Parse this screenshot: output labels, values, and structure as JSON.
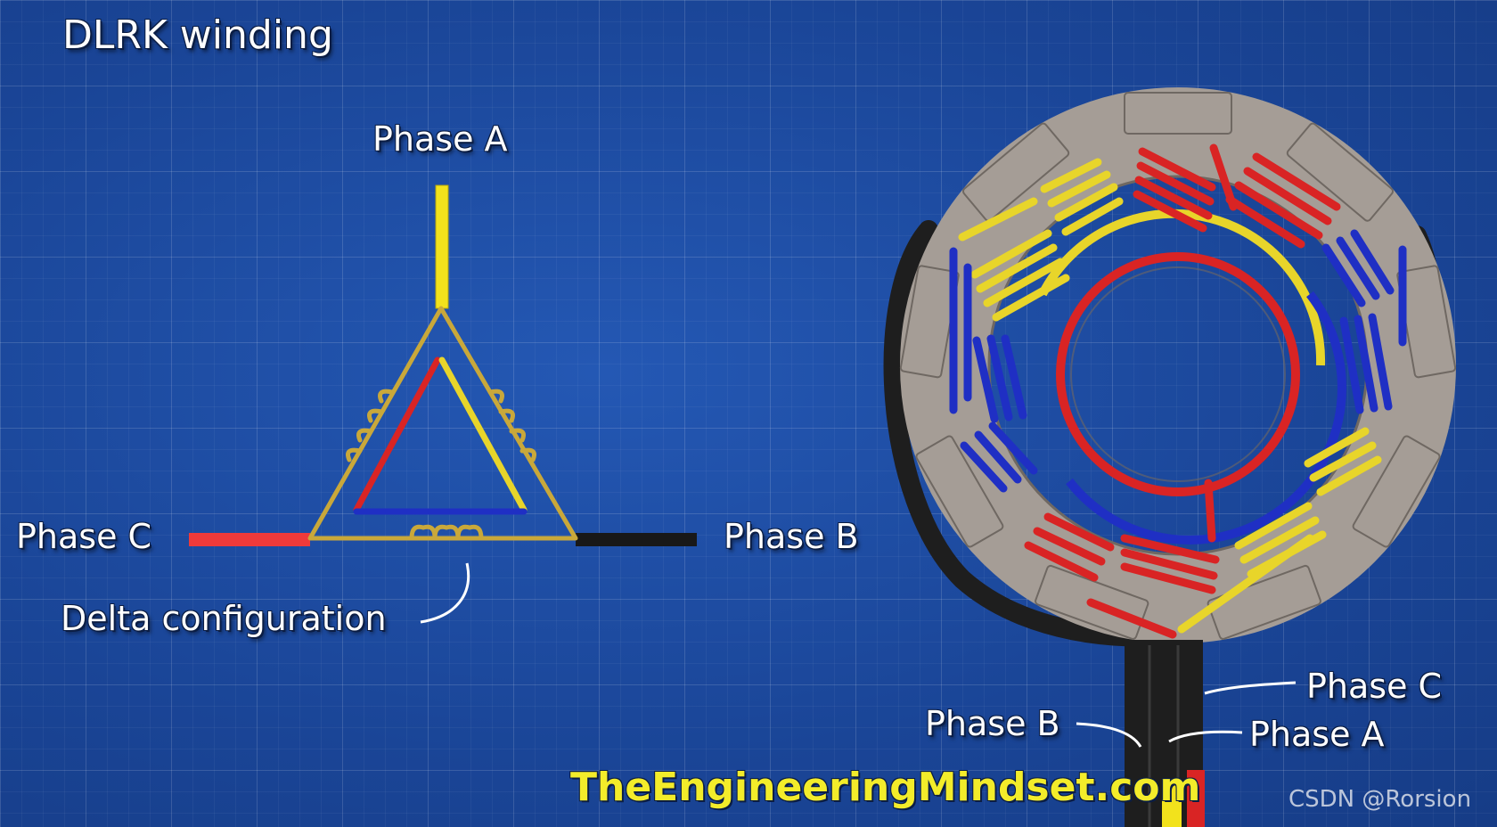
{
  "title": "DLRK winding",
  "delta_diagram": {
    "phase_a_label": "Phase A",
    "phase_b_label": "Phase B",
    "phase_c_label": "Phase C",
    "configuration_label": "Delta configuration"
  },
  "motor_diagram": {
    "phase_c_label": "Phase C",
    "phase_b_label": "Phase B",
    "phase_a_label": "Phase A"
  },
  "website": "TheEngineeringMindset.com",
  "watermark": "CSDN @Rorsion",
  "colors": {
    "phase_a": "#f2e21c",
    "phase_b": "#1c1c1c",
    "phase_c": "#ef3a3a",
    "winding_red": "#d92424",
    "winding_yellow": "#e8d52a",
    "winding_blue": "#1f2fc4",
    "delta_frame": "#c9a83a",
    "stator": "#a59d96"
  }
}
